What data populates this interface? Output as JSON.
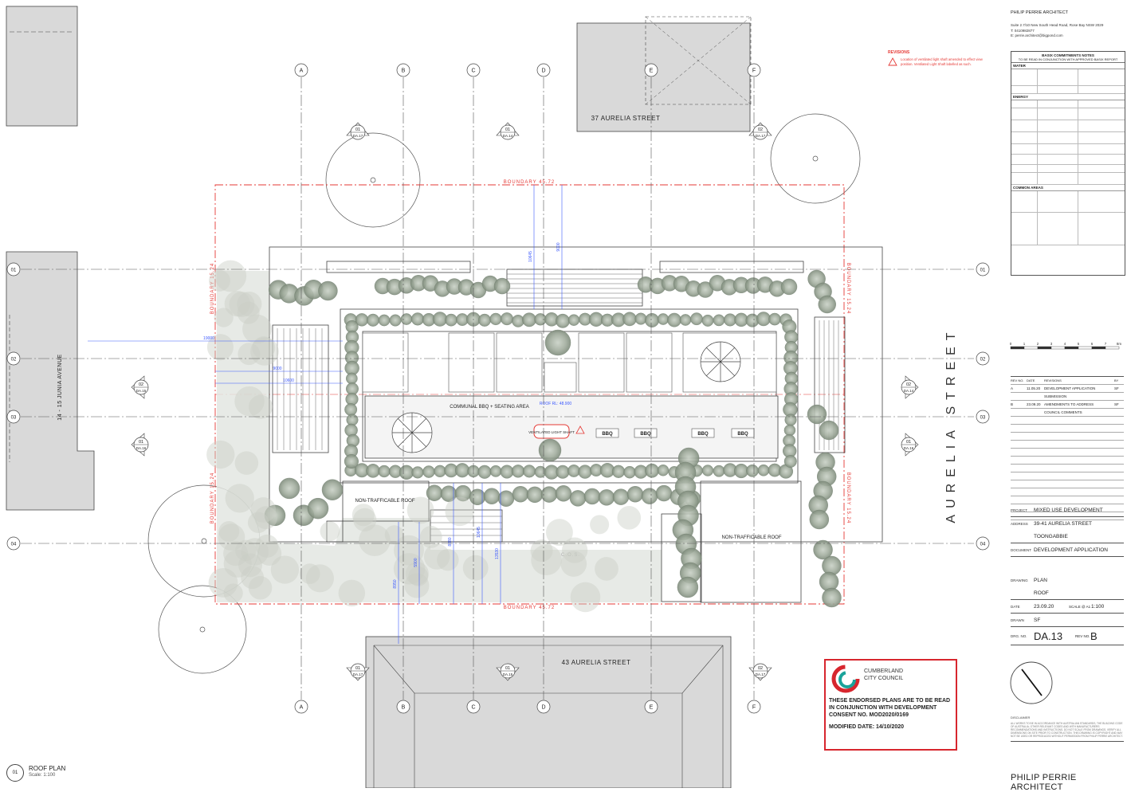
{
  "plan": {
    "title": "ROOF PLAN",
    "scale": "Scale: 1:100",
    "number": "01"
  },
  "labels": {
    "street_37": "37 AURELIA STREET",
    "street_43": "43 AURELIA STREET",
    "junia": "14 - 15 JUNIA AVENUE",
    "aurelia": "AURELIA STREET",
    "boundary_top": "BOUNDARY 45.72",
    "boundary_bottom": "BOUNDARY 45.72",
    "boundary_left_a": "BOUNDARY 15.24",
    "boundary_left_b": "BOUNDARY 15.24",
    "boundary_right_a": "BOUNDARY 15.24",
    "boundary_right_b": "BOUNDARY 15.24",
    "communal": "COMMUNAL BBQ + SEATING AREA",
    "roof_rl": "ROOF RL: 48.900",
    "light_shaft": "VENTILATED LIGHT SHAFT",
    "non_trafficable_1": "NON-TRAFFICABLE ROOF",
    "non_trafficable_2": "NON-TRAFFICABLE ROOF",
    "bbq": [
      "BBQ",
      "BBQ",
      "BBQ",
      "BBQ"
    ],
    "cos": "C.O.S."
  },
  "grid": {
    "columns": [
      "A",
      "B",
      "C",
      "D",
      "E",
      "F"
    ],
    "rows": [
      "01",
      "02",
      "03",
      "04"
    ]
  },
  "section_markers": [
    {
      "num": "01",
      "ref": "DA.17"
    },
    {
      "num": "01",
      "ref": "DA.14"
    },
    {
      "num": "02",
      "ref": "DA.17"
    },
    {
      "num": "02",
      "ref": "DA.15"
    },
    {
      "num": "02",
      "ref": "DA.14"
    },
    {
      "num": "01",
      "ref": "DA.16"
    },
    {
      "num": "01",
      "ref": "DA.16"
    },
    {
      "num": "01",
      "ref": "DA.17"
    },
    {
      "num": "01",
      "ref": "DA.15"
    },
    {
      "num": "02",
      "ref": "DA.17"
    }
  ],
  "dimensions": [
    "19000",
    "9000",
    "10600",
    "10645",
    "9000",
    "8950",
    "5900",
    "8880",
    "10645",
    "13530"
  ],
  "revision_note": {
    "title": "REVISIONS",
    "body": "Location of ventilated light shaft amended to effect view position. Ventilated Light Shaft labelled as such."
  },
  "title_block": {
    "architect_header": "PHILIP PERRIE ARCHITECT",
    "address_lines": [
      "Suite 2.7/10 New South Head Road, Rose Bay NSW 2029",
      "T: 0410982877",
      "E: perrie.architect@bigpond.com"
    ],
    "basix_title": "BASIX COMMITMENTS NOTES",
    "basix_sub": "TO BE READ IN CONJUNCTION WITH APPROVED BASIX REPORT",
    "basix_sections": [
      "WATER",
      "ENERGY",
      "COMMON AREAS"
    ],
    "scale_ticks": [
      "0",
      "1",
      "2",
      "3",
      "4",
      "5",
      "6",
      "7",
      "8m"
    ],
    "rev_header": [
      "REV NO.",
      "DATE",
      "REVISIONS",
      "BY"
    ],
    "revisions": [
      {
        "no": "A",
        "date": "11.05.20",
        "text": "DEVELOPMENT APPLICATION",
        "by": "SF"
      },
      {
        "no": "",
        "date": "",
        "text": "SUBMISSION",
        "by": ""
      },
      {
        "no": "B",
        "date": "23.09.20",
        "text": "AMENDMENTS TO ADDRESS",
        "by": "SF"
      },
      {
        "no": "",
        "date": "",
        "text": "COUNCIL COMMENTS",
        "by": ""
      }
    ],
    "project_label": "PROJECT",
    "project": "MIXED USE DEVELOPMENT",
    "address_label": "ADDRESS",
    "address1": "39-41 AURELIA STREET",
    "address2": "TOONGABBIE",
    "document_label": "DOCUMENT",
    "document": "DEVELOPMENT APPLICATION",
    "drawing_label": "DRAWING",
    "drawing1": "PLAN",
    "drawing2": "ROOF",
    "date_label": "DATE",
    "date": "23.09.20",
    "scale_label": "SCALE @ A1",
    "scale": "1:100",
    "drawn_label": "DRAWN",
    "drawn": "SF",
    "drgno_label": "DRG. NO.",
    "drg_no": "DA.13",
    "revno_label": "REV NO.",
    "rev_no": "B",
    "disclaimer_title": "DISCLAIMER",
    "disclaimer": "ALL WORKS TO BE IN ACCORDANCE WITH AUSTRALIAN STANDARDS, THE BUILDING CODE OF AUSTRALIA, OTHER RELEVANT CODES AND WITH MANUFACTURERS RECOMMENDATIONS AND INSTRUCTIONS. DO NOT SCALE FROM DRAWINGS. VERIFY ALL DIMENSIONS ON SITE PRIOR TO CONSTRUCTION. THIS DRAWING IS COPYRIGHT AND MAY NOT BE USED OR REPRODUCED WITHOUT PERMISSION FROM PHILIP PERRIE ARCHITECT.",
    "footer": "PHILIP PERRIE ARCHITECT"
  },
  "stamp": {
    "council_line1": "CUMBERLAND",
    "council_line2": "CITY COUNCIL",
    "text": "THESE ENDORSED PLANS ARE TO BE READ IN CONJUNCTION WITH DEVELOPMENT CONSENT NO. MOD2020/0169",
    "date": "MODIFIED DATE: 14/10/2020"
  },
  "colors": {
    "boundary": "#e53935",
    "dimension": "#3d5afe",
    "foliage": "#8c9a89",
    "neighbour": "#d9d9d9",
    "stamp": "#d7262e"
  }
}
